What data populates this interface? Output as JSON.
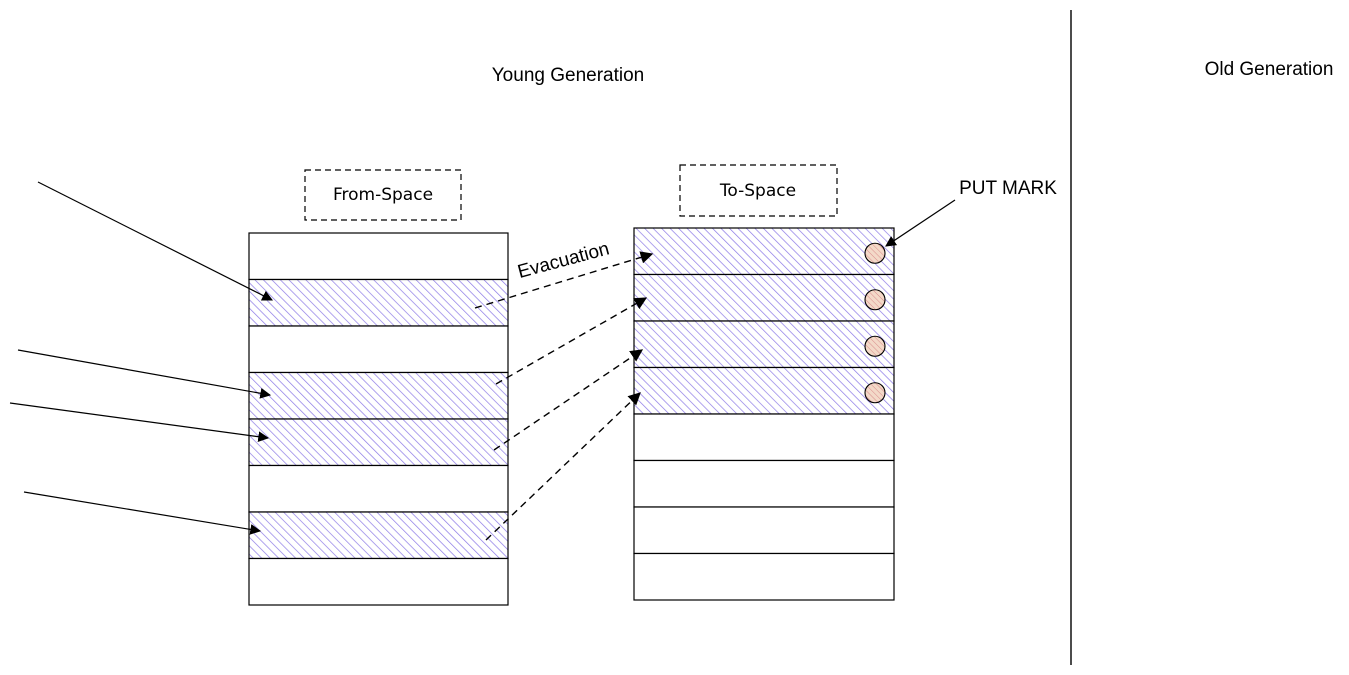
{
  "regions": {
    "young_label": "Young Generation",
    "old_label": "Old Generation"
  },
  "from_space": {
    "title": "From-Space",
    "cells": [
      {
        "live": false
      },
      {
        "live": true
      },
      {
        "live": false
      },
      {
        "live": true
      },
      {
        "live": true
      },
      {
        "live": false
      },
      {
        "live": true
      },
      {
        "live": false
      }
    ]
  },
  "to_space": {
    "title": "To-Space",
    "cells": [
      {
        "live": true,
        "marked": true
      },
      {
        "live": true,
        "marked": true
      },
      {
        "live": true,
        "marked": true
      },
      {
        "live": true,
        "marked": true
      },
      {
        "live": false,
        "marked": false
      },
      {
        "live": false,
        "marked": false
      },
      {
        "live": false,
        "marked": false
      },
      {
        "live": false,
        "marked": false
      }
    ]
  },
  "annotations": {
    "evacuation": "Evacuation",
    "put_mark": "PUT MARK"
  },
  "colors": {
    "hatch_line": "#8c7ae6",
    "mark_fill": "#f3d9c8",
    "mark_hatch": "#d98c8c",
    "stroke": "#000000"
  }
}
